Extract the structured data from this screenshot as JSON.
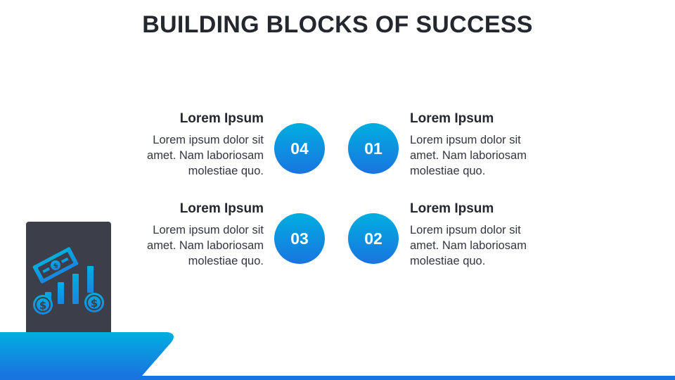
{
  "title": "BUILDING BLOCKS OF SUCCESS",
  "colors": {
    "accent_top": "#00aee0",
    "accent_bottom": "#1a74e0",
    "dark": "#3c3f4a"
  },
  "blocks": [
    {
      "number": "04",
      "heading": "Lorem Ipsum",
      "body": "Lorem ipsum dolor sit amet. Nam laboriosam molestiae quo."
    },
    {
      "number": "01",
      "heading": "Lorem Ipsum",
      "body": "Lorem ipsum dolor sit amet. Nam laboriosam molestiae quo."
    },
    {
      "number": "03",
      "heading": "Lorem Ipsum",
      "body": "Lorem ipsum dolor sit amet. Nam laboriosam molestiae quo."
    },
    {
      "number": "02",
      "heading": "Lorem Ipsum",
      "body": "Lorem ipsum dolor sit amet. Nam laboriosam molestiae quo."
    }
  ],
  "icon": "money-growth-chart-icon"
}
